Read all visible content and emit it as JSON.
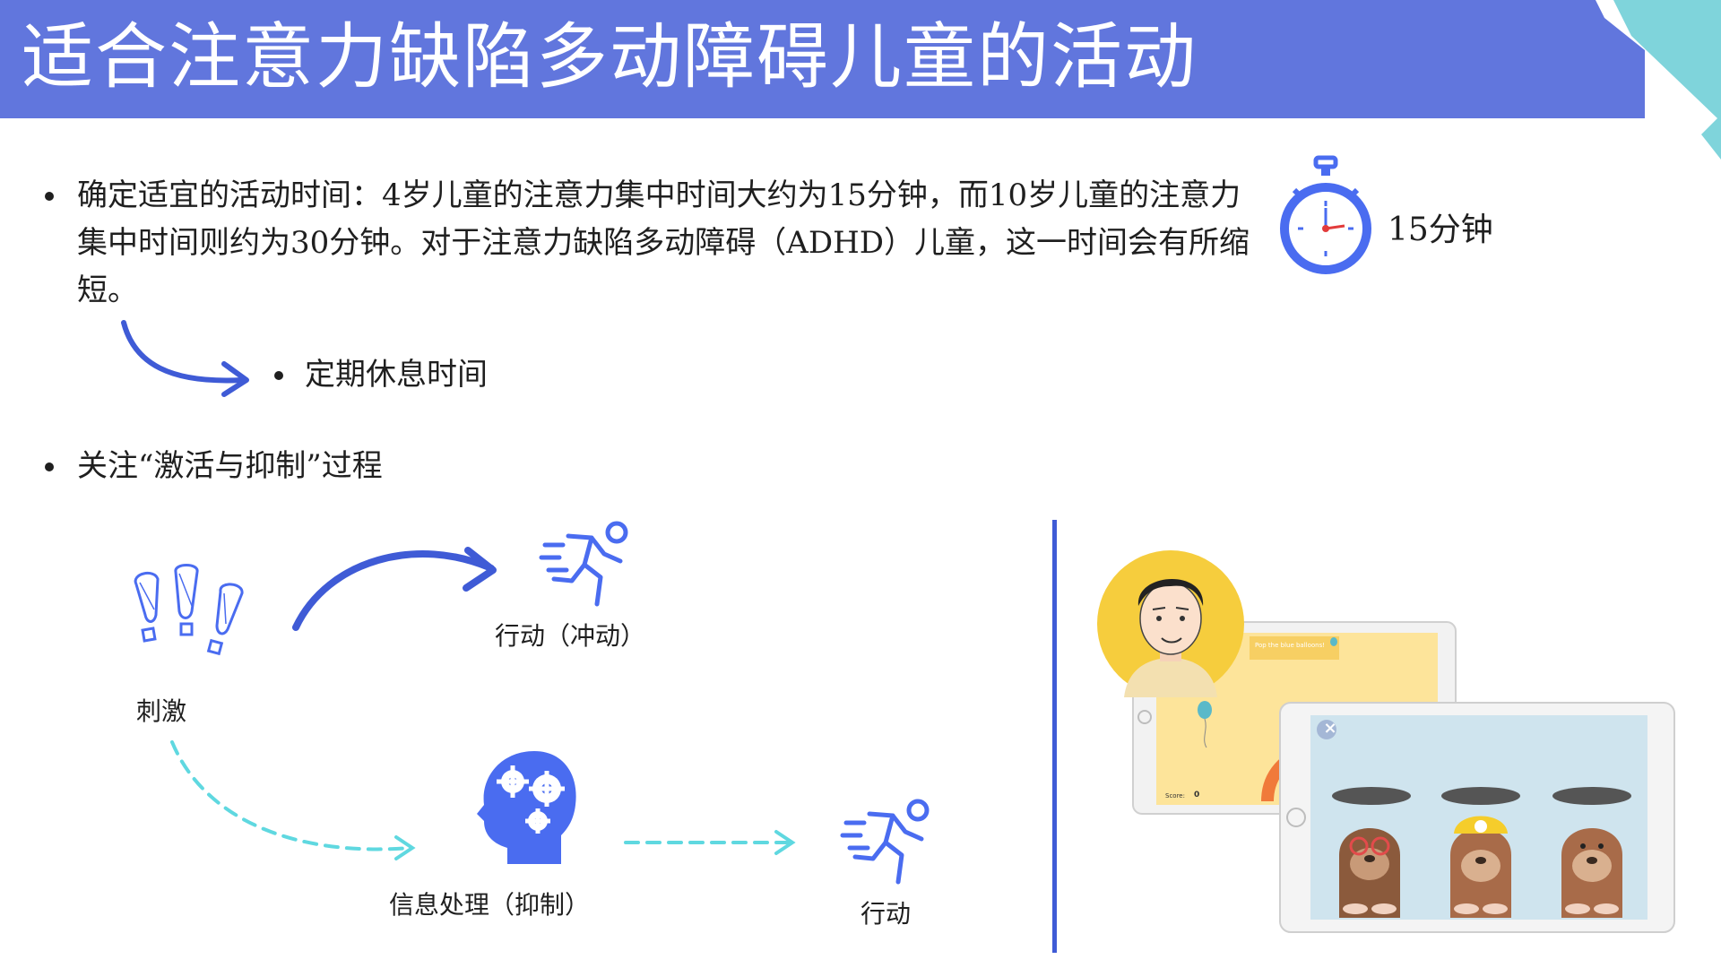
{
  "title": "适合注意力缺陷多动障碍儿童的活动",
  "bullets": {
    "time_text": "确定适宜的活动时间：4岁儿童的注意力集中时间大约为15分钟，而10岁儿童的注意力集中时间则约为30分钟。对于注意力缺陷多动障碍（ADHD）儿童，这一时间会有所缩短。",
    "rest_text": "定期休息时间",
    "process_text": "关注“激活与抑制”过程"
  },
  "stopwatch": {
    "label": "15分钟",
    "icon": "stopwatch-icon"
  },
  "diagram": {
    "stimulus_label": "刺激",
    "impulsive_action_label": "行动（冲动）",
    "processing_label": "信息处理（抑制）",
    "action_label": "行动",
    "icons": [
      "exclamation-marks-icon",
      "running-person-icon",
      "brain-gears-icon"
    ]
  },
  "game_screens": {
    "tablet_back": {
      "prompt": "Pop the blue balloons!",
      "score_label": "Score:",
      "score_value": "0"
    },
    "tablet_front": {
      "close_symbol": "×"
    }
  },
  "colors": {
    "header": "#6176dd",
    "accent_blue": "#3f5bd6",
    "icon_blue": "#4a6cf0",
    "cyan_arrow": "#5fd8e0",
    "teal_corner": "#7fd4db"
  }
}
